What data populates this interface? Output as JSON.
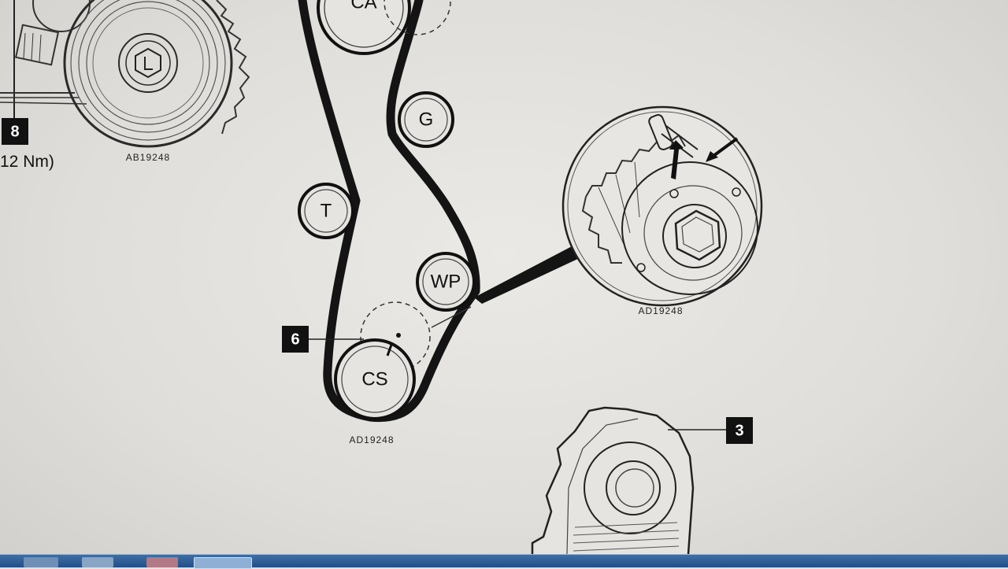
{
  "diagram": {
    "pulleys": {
      "ca": "CA",
      "g": "G",
      "t": "T",
      "wp": "WP",
      "cs": "CS"
    },
    "callouts": {
      "c8": "8",
      "c6": "6",
      "c3": "3"
    },
    "torque_text": "12 Nm)",
    "ref_codes": {
      "camshaft_detail": "AB19248",
      "belt_routing": "AD19248",
      "sprocket_detail": "AD19248"
    }
  },
  "colors": {
    "belt": "#141414",
    "line": "#2a2a2a",
    "callout_bg": "#111111",
    "taskbar": "#2c5c94"
  },
  "taskbar": {
    "icons": [
      "start-orb-icon",
      "explorer-icon",
      "media-icon",
      "browser-icon",
      "chrome-icon"
    ]
  }
}
